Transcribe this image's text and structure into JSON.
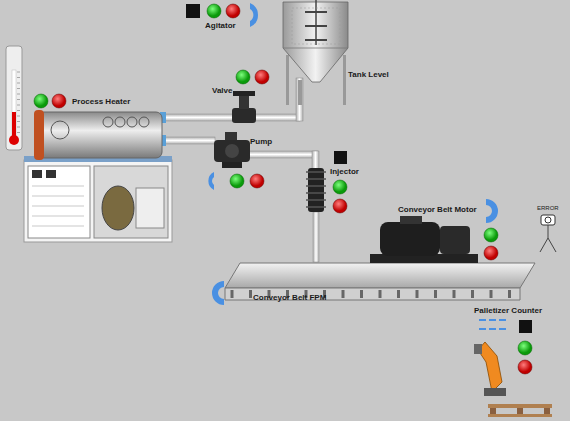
{
  "diagram": {
    "labels": [
      "Agitator",
      "Tank Level",
      "Process Heater",
      "Valve",
      "Pump",
      "Injector",
      "Conveyor Belt Motor",
      "ERROR",
      "Conveyor Belt FPM",
      "Palletizer Counter"
    ]
  }
}
